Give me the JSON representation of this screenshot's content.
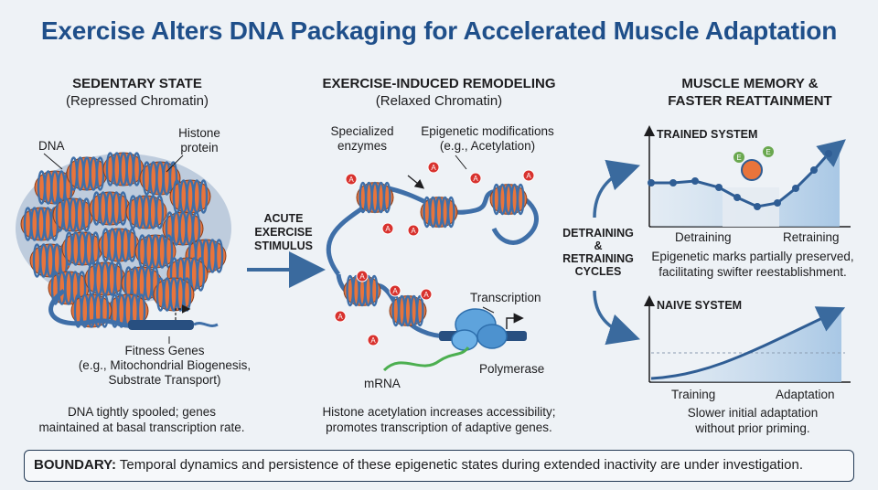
{
  "title": "Exercise Alters DNA Packaging for Accelerated Muscle Adaptation",
  "sedentary": {
    "heading": "SEDENTARY STATE",
    "subheading": "(Repressed Chromatin)",
    "dna_label": "DNA",
    "histone_label_1": "Histone",
    "histone_label_2": "protein",
    "genes_label_1": "Fitness Genes",
    "genes_label_2": "(e.g., Mitochondrial Biogenesis,",
    "genes_label_3": "Substrate Transport)",
    "caption_1": "DNA tightly spooled; genes",
    "caption_2": "maintained at basal transcription rate."
  },
  "stimulus": {
    "line_1": "ACUTE",
    "line_2": "EXERCISE",
    "line_3": "STIMULUS"
  },
  "remodeling": {
    "heading": "EXERCISE-INDUCED REMODELING",
    "subheading": "(Relaxed Chromatin)",
    "enzymes_label_1": "Specialized",
    "enzymes_label_2": "enzymes",
    "epi_label_1": "Epigenetic modifications",
    "epi_label_2": "(e.g., Acetylation)",
    "transcription_label": "Transcription",
    "polymerase_label": "Polymerase",
    "mrna_label": "mRNA",
    "mark_letter": "A",
    "caption_1": "Histone acetylation increases accessibility;",
    "caption_2": "promotes transcription of adaptive genes."
  },
  "cycles": {
    "line_1": "DETRAINING",
    "line_2": "&",
    "line_3": "RETRAINING",
    "line_4": "CYCLES"
  },
  "memory": {
    "heading_1": "MUSCLE MEMORY &",
    "heading_2": "FASTER REATTAINMENT",
    "trained_title": "TRAINED SYSTEM",
    "trained_x1": "Detraining",
    "trained_x2": "Retraining",
    "trained_caption_1": "Epigenetic marks partially preserved,",
    "trained_caption_2": "facilitating swifter reestablishment.",
    "mark_letter": "E",
    "naive_title": "NAIVE SYSTEM",
    "naive_x1": "Training",
    "naive_x2": "Adaptation",
    "naive_caption_1": "Slower initial adaptation",
    "naive_caption_2": "without prior priming."
  },
  "boundary": {
    "label": "BOUNDARY:",
    "text": " Temporal dynamics and persistence of these epigenetic states during extended inactivity are under investigation."
  },
  "colors": {
    "title": "#1f4f8a",
    "histone": "#e8743b",
    "dna": "#3f6fa8",
    "acetyl": "#d8322e",
    "epi_green": "#6aa84f",
    "arrow": "#3a6a9e"
  }
}
